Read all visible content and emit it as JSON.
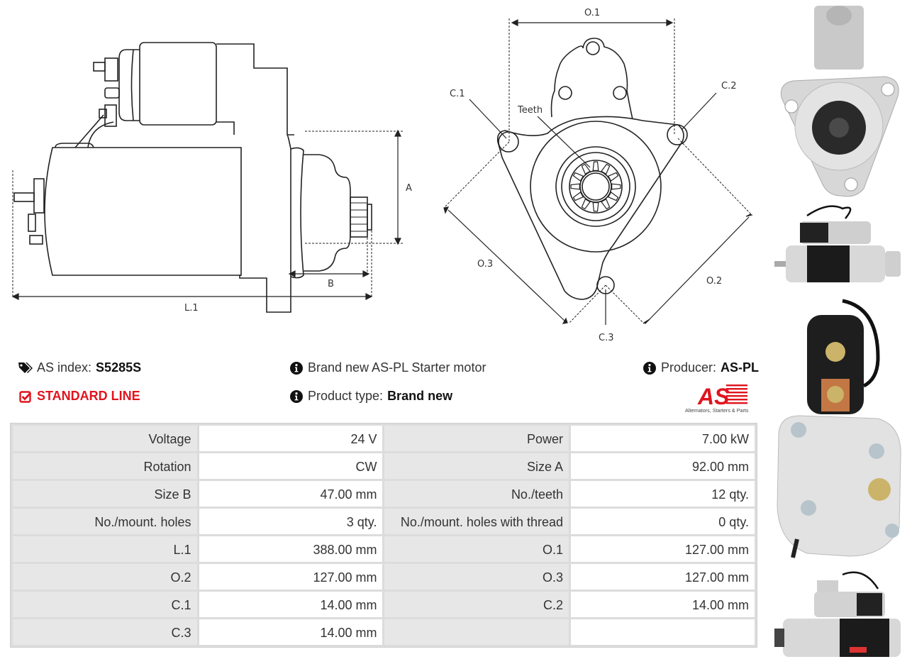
{
  "drawings": {
    "side_view": {
      "labels": {
        "a": "A",
        "b": "B",
        "l1": "L.1"
      }
    },
    "front_view": {
      "labels": {
        "o1": "O.1",
        "o2": "O.2",
        "o3": "O.3",
        "c1": "C.1",
        "c2": "C.2",
        "c3": "C.3",
        "teeth": "Teeth"
      }
    }
  },
  "info": {
    "index_label": "AS index:",
    "index_value": "S5285S",
    "line_label": "STANDARD LINE",
    "description": "Brand new AS-PL Starter motor",
    "type_label": "Product type:",
    "type_value": "Brand new",
    "producer_label": "Producer:",
    "producer_value": "AS-PL"
  },
  "logo": {
    "text": "AS",
    "tagline": "Alternators, Starters & Parts",
    "color": "#e0141e"
  },
  "colors": {
    "accent_red": "#e0141e",
    "key_cell_bg": "#e7e7e7",
    "value_cell_bg": "#ffffff"
  },
  "specs": [
    {
      "k1": "Voltage",
      "v1": "24 V",
      "k2": "Power",
      "v2": "7.00 kW"
    },
    {
      "k1": "Rotation",
      "v1": "CW",
      "k2": "Size A",
      "v2": "92.00 mm"
    },
    {
      "k1": "Size B",
      "v1": "47.00 mm",
      "k2": "No./teeth",
      "v2": "12 qty."
    },
    {
      "k1": "No./mount. holes",
      "v1": "3 qty.",
      "k2": "No./mount. holes with thread",
      "v2": "0 qty."
    },
    {
      "k1": "L.1",
      "v1": "388.00 mm",
      "k2": "O.1",
      "v2": "127.00 mm"
    },
    {
      "k1": "O.2",
      "v1": "127.00 mm",
      "k2": "O.3",
      "v2": "127.00 mm"
    },
    {
      "k1": "C.1",
      "v1": "14.00 mm",
      "k2": "C.2",
      "v2": "14.00 mm"
    },
    {
      "k1": "C.3",
      "v1": "14.00 mm",
      "k2": "",
      "v2": ""
    }
  ],
  "photos": [
    {
      "name": "photo-front-pinion"
    },
    {
      "name": "photo-side-top"
    },
    {
      "name": "photo-rear-solenoid"
    },
    {
      "name": "photo-side-bottom"
    }
  ]
}
